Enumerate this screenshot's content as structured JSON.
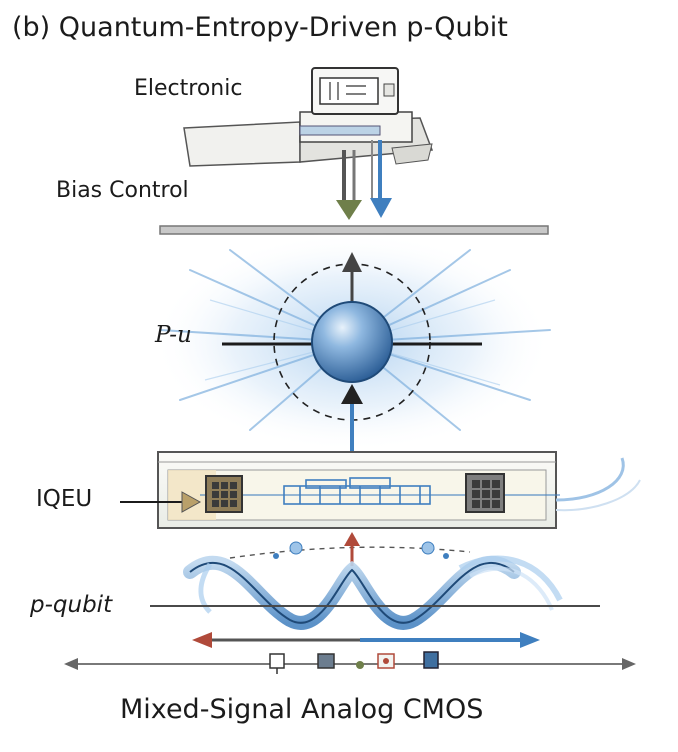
{
  "figure": {
    "title": "(b) Quantum-Entropy-Driven p-Qubit",
    "labels": {
      "electronic": "Electronic",
      "bias_control": "Bias Control",
      "p_u": "P-u",
      "iqeu": "IQEU",
      "p_qubit": "p-qubit",
      "cmos": "Mixed-Signal Analog CMOS"
    }
  },
  "colors": {
    "accent_blue": "#3f7fbf",
    "sphere_blue": "#3d78b8",
    "olive_arrow": "#6f7f4a",
    "ink": "#1b1b1b",
    "rail_gray": "#9a9a9a",
    "red_marker": "#b04a3a"
  }
}
